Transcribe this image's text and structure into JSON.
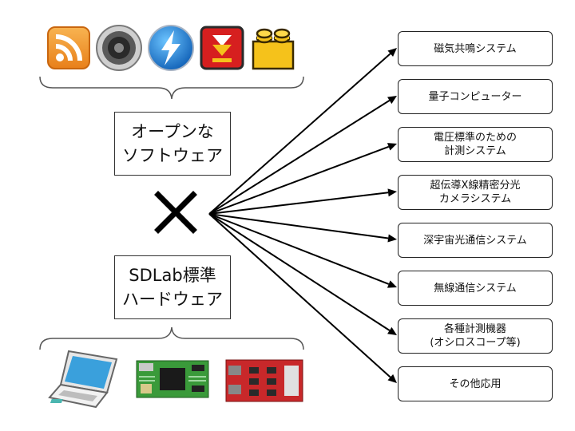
{
  "software_box": {
    "line1": "オープンな",
    "line2": "ソフトウェア"
  },
  "hardware_box": {
    "line1": "SDLab標準",
    "line2": "ハードウェア"
  },
  "operator": "×",
  "software_icons": [
    "rss-icon",
    "speaker-icon",
    "lightning-icon",
    "download-icon",
    "lego-block-icon"
  ],
  "hardware_images": [
    "laptop-image",
    "green-circuit-board-image",
    "red-circuit-board-image"
  ],
  "applications": [
    {
      "line1": "磁気共鳴システム"
    },
    {
      "line1": "量子コンピューター"
    },
    {
      "line1": "電圧標準のための",
      "line2": "計測システム"
    },
    {
      "line1": "超伝導X線精密分光",
      "line2": "カメラシステム"
    },
    {
      "line1": "深宇宙光通信システム"
    },
    {
      "line1": "無線通信システム"
    },
    {
      "line1": "各種計測機器",
      "line2": "(オシロスコープ等)"
    },
    {
      "line1": "その他応用"
    }
  ],
  "colors": {
    "rss": "#f29a2e",
    "lightning": "#1f7fd0",
    "download": "#d61f1f",
    "lego": "#f5c21b",
    "board_green": "#3a9a3a",
    "board_red": "#c8282a"
  }
}
